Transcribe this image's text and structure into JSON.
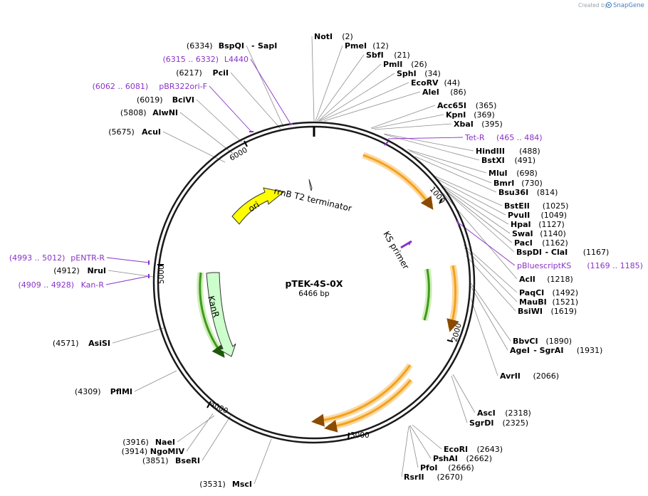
{
  "header": {
    "created_by": "Created by",
    "brand": "SnapGene"
  },
  "plasmid": {
    "name": "pTEK-4S-0X",
    "size_label": "6466 bp",
    "length": 6466
  },
  "ruler_ticks": [
    "1000",
    "2000",
    "3000",
    "4000",
    "5000",
    "6000"
  ],
  "features": [
    {
      "id": "ori",
      "label": "ori",
      "color": "#ffff00"
    },
    {
      "id": "kanr",
      "label": "KanR",
      "color": "#ccffcc"
    },
    {
      "id": "rrnb",
      "label": "rrnB T2 terminator",
      "color": "#ffffff"
    },
    {
      "id": "ks",
      "label": "KS primer",
      "color": "#8a33c7"
    }
  ],
  "sites": [
    {
      "name": "NotI",
      "pos": "(2)"
    },
    {
      "name": "PmeI",
      "pos": "(12)"
    },
    {
      "name": "SbfI",
      "pos": "(21)"
    },
    {
      "name": "PmlI",
      "pos": "(26)"
    },
    {
      "name": "SphI",
      "pos": "(34)"
    },
    {
      "name": "EcoRV",
      "pos": "(44)"
    },
    {
      "name": "AleI",
      "pos": "(86)"
    },
    {
      "name": "Acc65I",
      "pos": "(365)"
    },
    {
      "name": "KpnI",
      "pos": "(369)"
    },
    {
      "name": "XbaI",
      "pos": "(395)"
    },
    {
      "name": "HindIII",
      "pos": "(488)"
    },
    {
      "name": "BstXI",
      "pos": "(491)"
    },
    {
      "name": "MluI",
      "pos": "(698)"
    },
    {
      "name": "BmrI",
      "pos": "(730)"
    },
    {
      "name": "Bsu36I",
      "pos": "(814)"
    },
    {
      "name": "BstEII",
      "pos": "(1025)"
    },
    {
      "name": "PvuII",
      "pos": "(1049)"
    },
    {
      "name": "HpaI",
      "pos": "(1127)"
    },
    {
      "name": "SwaI",
      "pos": "(1140)"
    },
    {
      "name": "PacI",
      "pos": "(1162)"
    },
    {
      "name": "BspDI",
      "pos": "(1167)",
      "alt": "ClaI"
    },
    {
      "name": "AclI",
      "pos": "(1218)"
    },
    {
      "name": "PaqCI",
      "pos": "(1492)"
    },
    {
      "name": "MauBI",
      "pos": "(1521)"
    },
    {
      "name": "BsiWI",
      "pos": "(1619)"
    },
    {
      "name": "BbvCI",
      "pos": "(1890)"
    },
    {
      "name": "AgeI",
      "pos": "(1931)",
      "alt": "SgrAI"
    },
    {
      "name": "AvrII",
      "pos": "(2066)"
    },
    {
      "name": "AscI",
      "pos": "(2318)"
    },
    {
      "name": "SgrDI",
      "pos": "(2325)"
    },
    {
      "name": "EcoRI",
      "pos": "(2643)"
    },
    {
      "name": "PshAI",
      "pos": "(2662)"
    },
    {
      "name": "PfoI",
      "pos": "(2666)"
    },
    {
      "name": "RsrII",
      "pos": "(2670)"
    },
    {
      "name": "MscI",
      "pos": "(3531)"
    },
    {
      "name": "BseRI",
      "pos": "(3851)"
    },
    {
      "name": "NgoMIV",
      "pos": "(3914)"
    },
    {
      "name": "NaeI",
      "pos": "(3916)"
    },
    {
      "name": "PflMI",
      "pos": "(4309)"
    },
    {
      "name": "AsiSI",
      "pos": "(4571)"
    },
    {
      "name": "NruI",
      "pos": "(4912)"
    },
    {
      "name": "AcuI",
      "pos": "(5675)"
    },
    {
      "name": "AlwNI",
      "pos": "(5808)"
    },
    {
      "name": "BciVI",
      "pos": "(6019)"
    },
    {
      "name": "PciI",
      "pos": "(6217)"
    },
    {
      "name": "BspQI",
      "pos": "(6334)",
      "alt": "SapI"
    }
  ],
  "primers": [
    {
      "name": "Tet-R",
      "range": "(465 .. 484)"
    },
    {
      "name": "pBluescriptKS",
      "range": "(1169 .. 1185)"
    },
    {
      "name": "pENTR-R",
      "range": "(4993 .. 5012)"
    },
    {
      "name": "Kan-R",
      "range": "(4909 .. 4928)"
    },
    {
      "name": "pBR322ori-F",
      "range": "(6062 .. 6081)"
    },
    {
      "name": "L4440",
      "range": "(6315 .. 6332)"
    }
  ],
  "colors": {
    "backbone": "#1a1a1a",
    "primer": "#8a33c7",
    "orange_feature": "#f4a11c",
    "orange_halo": "#fbd9a3",
    "green_feature": "#3e9a1f",
    "green_halo": "#cfeeb8"
  }
}
